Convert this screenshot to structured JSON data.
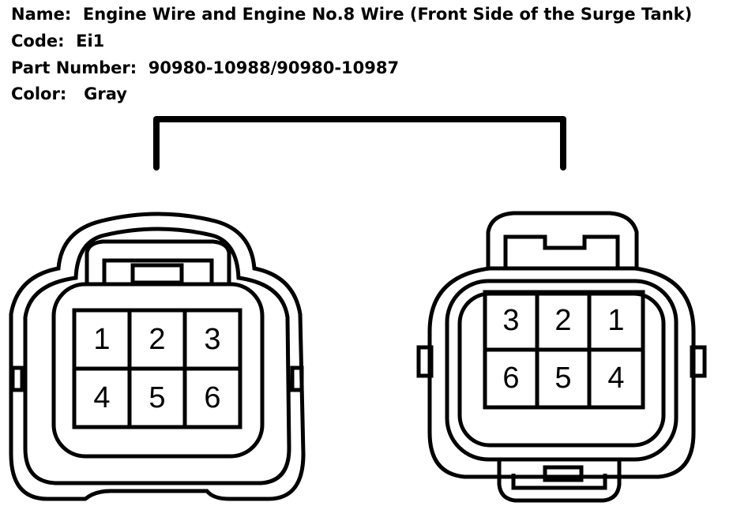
{
  "info": {
    "name_label": "Name:",
    "name_value": "Engine Wire and Engine No.8 Wire (Front Side of the Surge Tank)",
    "code_label": "Code:",
    "code_value": "Ei1",
    "part_label": "Part Number:",
    "part_value": "90980-10988/90980-10987",
    "color_label": "Color:",
    "color_value": "Gray"
  },
  "left_connector": {
    "pins": [
      "1",
      "2",
      "3",
      "4",
      "5",
      "6"
    ]
  },
  "right_connector": {
    "pins": [
      "3",
      "2",
      "1",
      "6",
      "5",
      "4"
    ]
  }
}
